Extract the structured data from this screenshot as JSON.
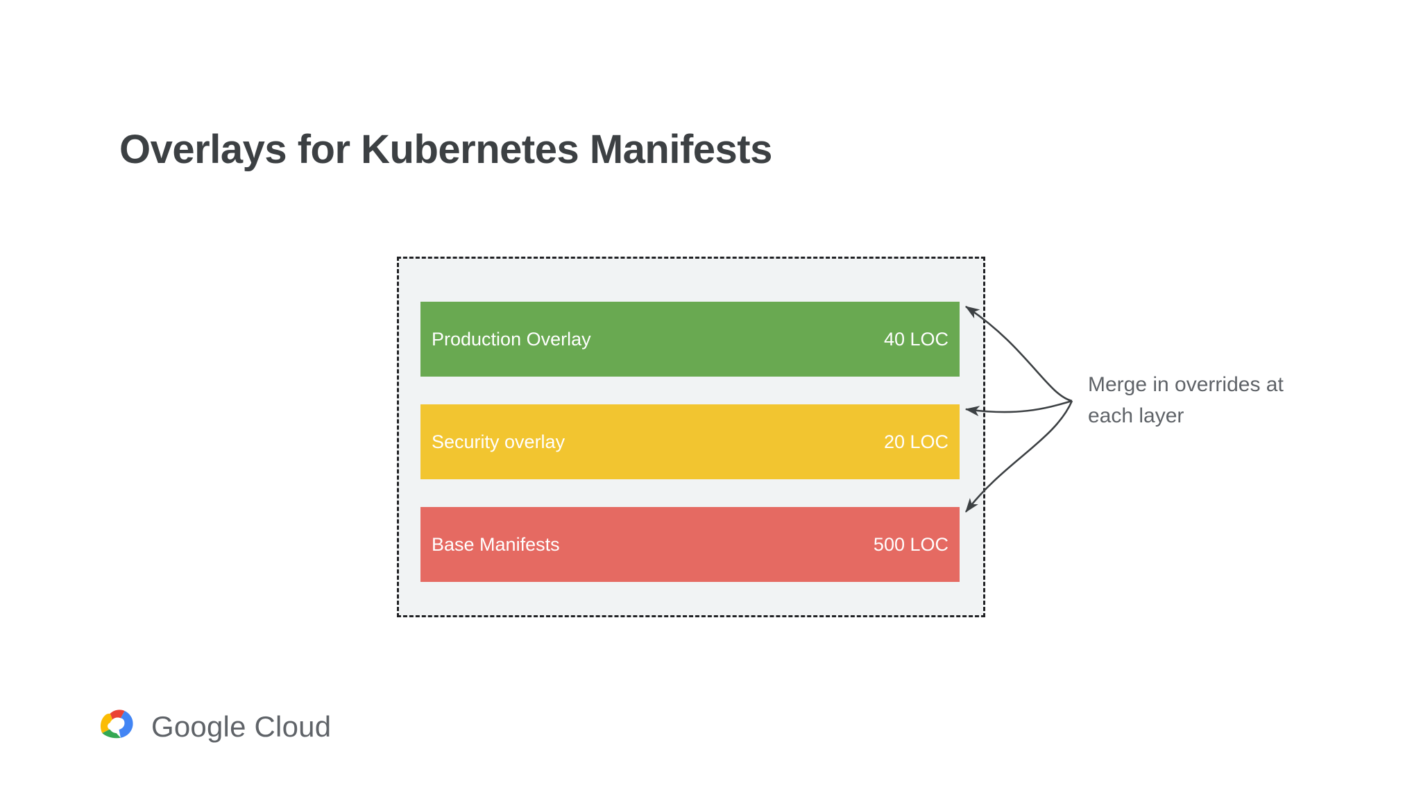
{
  "slide": {
    "title": "Overlays for Kubernetes Manifests",
    "background_color": "#ffffff",
    "title_color": "#3c4043"
  },
  "stack": {
    "container_background": "#f1f3f4",
    "container_border_color": "#202124",
    "container_border_style": "dashed",
    "layers": [
      {
        "label": "Production Overlay",
        "value": "40 LOC",
        "color": "#69a951",
        "text_color": "#ffffff"
      },
      {
        "label": "Security overlay",
        "value": "20 LOC",
        "color": "#f2c530",
        "text_color": "#ffffff"
      },
      {
        "label": "Base Manifests",
        "value": "500 LOC",
        "color": "#e56a62",
        "text_color": "#ffffff"
      }
    ]
  },
  "annotation": {
    "text": "Merge in overrides at each layer",
    "color": "#5f6368",
    "arrow_color": "#3c4043",
    "arrow_count": 3
  },
  "brand": {
    "name_bold": "Google",
    "name_light": "Cloud",
    "text_color": "#5f6368",
    "mark_colors": {
      "red": "#ea4335",
      "yellow": "#fbbc04",
      "green": "#34a853",
      "blue": "#4285f4",
      "cloud": "#ffffff"
    }
  }
}
